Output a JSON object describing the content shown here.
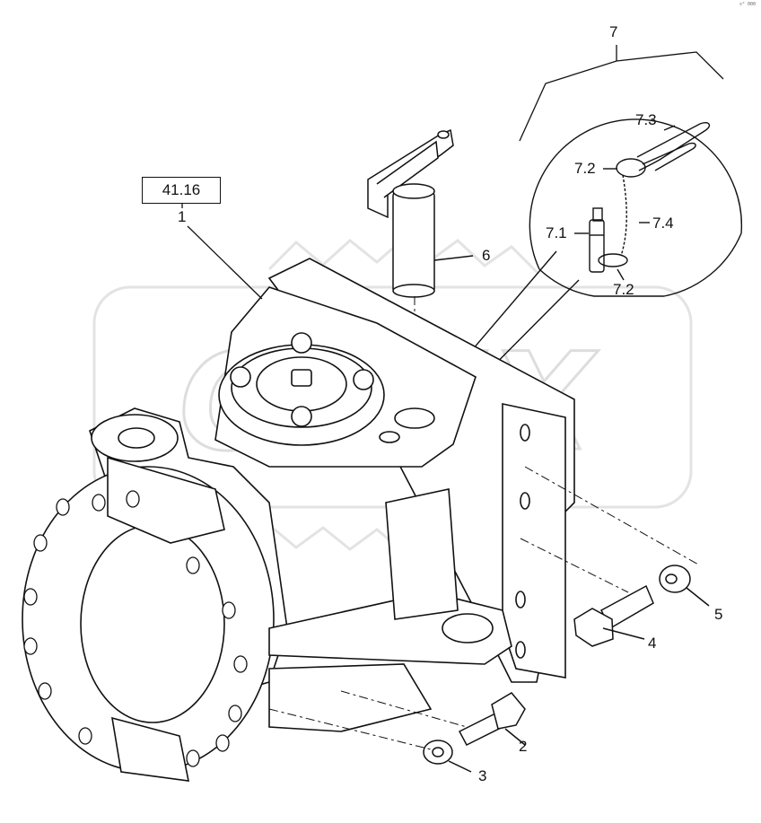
{
  "reference_box": "41.16",
  "corner_mark": "s° 000",
  "watermark": "OREX",
  "callouts": {
    "c1": "1",
    "c2": "2",
    "c3": "3",
    "c4": "4",
    "c5": "5",
    "c6": "6",
    "c7": "7",
    "c7_1": "7.1",
    "c7_2a": "7.2",
    "c7_2b": "7.2",
    "c7_3": "7.3",
    "c7_4": "7.4"
  },
  "colors": {
    "line": "#111111",
    "watermark": "#e6e6e6",
    "shade": "#b9b9b9"
  }
}
